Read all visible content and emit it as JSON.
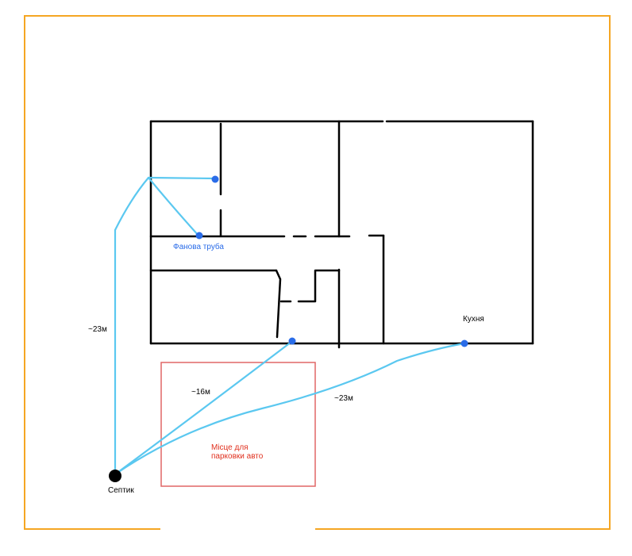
{
  "labels": {
    "fan_pipe": "Фанова труба",
    "kitchen": "Кухня",
    "septic": "Септик",
    "parking_line1": "Місце для",
    "parking_line2": "парковки авто",
    "dist_left": "~23м",
    "dist_middle": "~16м",
    "dist_right": "~23м"
  },
  "colors": {
    "plot_boundary": "#f5a623",
    "walls": "#000000",
    "pipes": "#5bc8f0",
    "pipe_points": "#2a6ce8",
    "parking_zone": "#e06666",
    "septic": "#000000"
  }
}
